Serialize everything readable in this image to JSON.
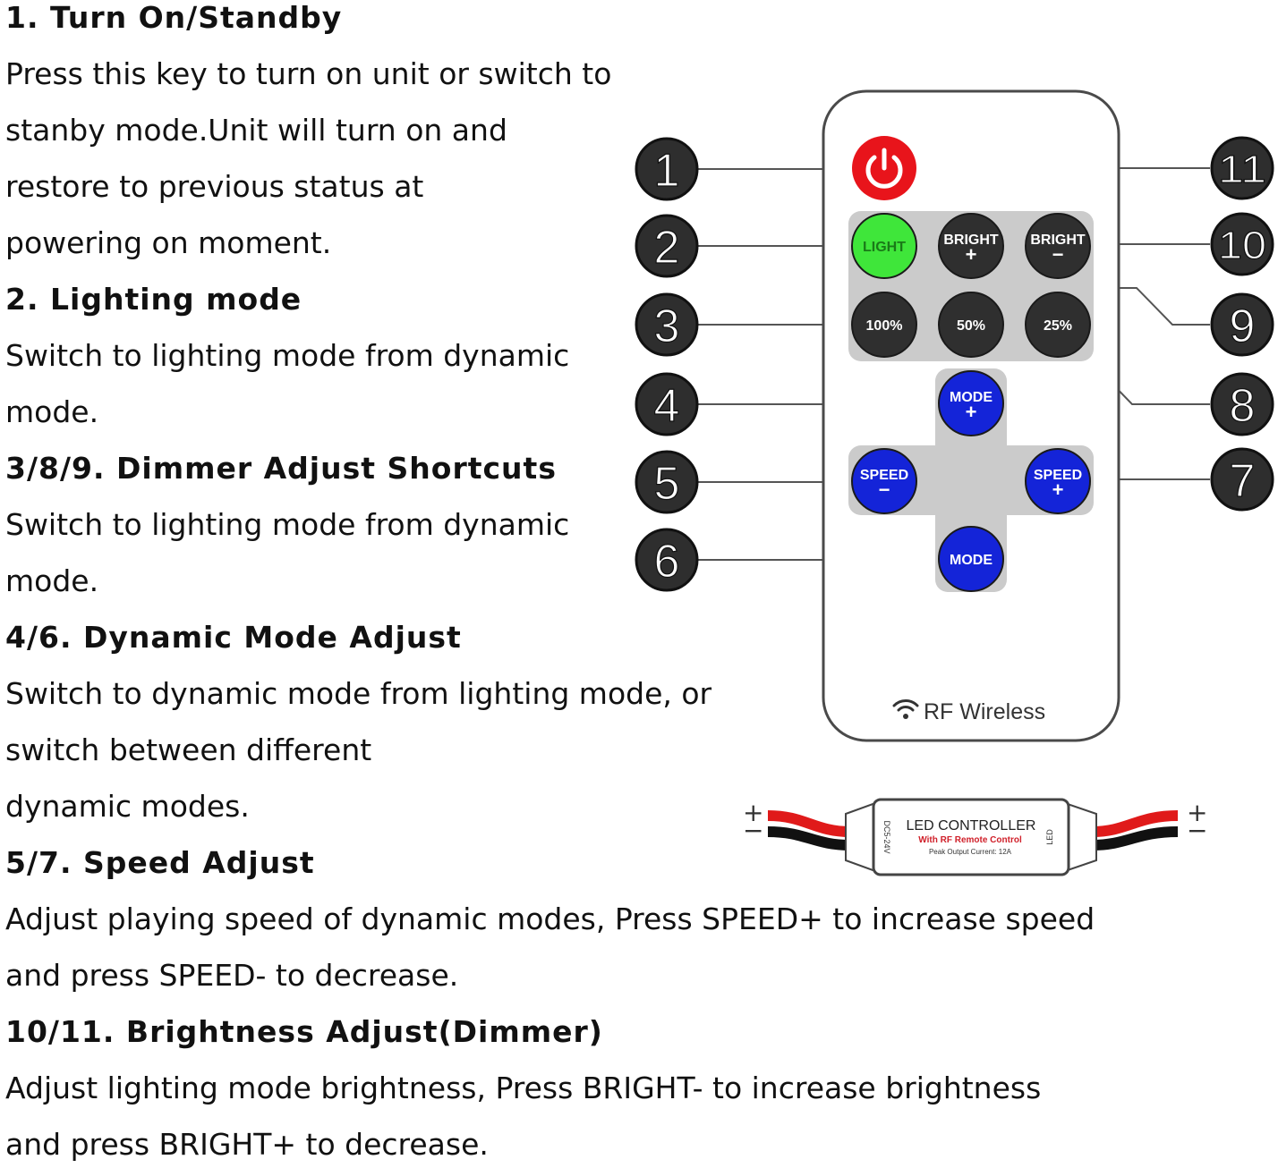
{
  "sections": [
    {
      "heading": "1. Turn On/Standby",
      "body": [
        "Press this key to turn on unit or switch to",
        "stanby mode.Unit will turn on and",
        "restore to previous status at",
        "powering on moment."
      ]
    },
    {
      "heading": "2. Lighting mode",
      "body": [
        "Switch to lighting mode from dynamic",
        "mode."
      ]
    },
    {
      "heading": "3/8/9. Dimmer Adjust Shortcuts",
      "body": [
        "Switch to lighting mode from dynamic",
        "mode."
      ]
    },
    {
      "heading": "4/6. Dynamic Mode Adjust",
      "body": [
        "Switch to dynamic mode from lighting mode, or",
        "switch between different",
        "dynamic modes."
      ]
    },
    {
      "heading": "5/7. Speed Adjust",
      "body": [
        "Adjust playing speed of dynamic modes, Press SPEED+ to increase speed",
        "and press SPEED- to decrease."
      ]
    },
    {
      "heading": "10/11. Brightness Adjust(Dimmer)",
      "body": [
        "Adjust lighting mode brightness, Press BRIGHT- to increase brightness",
        "and press BRIGHT+ to decrease."
      ]
    }
  ],
  "callouts": [
    "1",
    "2",
    "3",
    "4",
    "5",
    "6",
    "7",
    "8",
    "9",
    "10",
    "11"
  ],
  "remote": {
    "buttons": {
      "light": "LIGHT",
      "bright_plus": [
        "BRIGHT",
        "+"
      ],
      "bright_minus": [
        "BRIGHT",
        "−"
      ],
      "p100": "100%",
      "p50": "50%",
      "p25": "25%",
      "mode_plus": [
        "MODE",
        "+"
      ],
      "speed_minus": [
        "SPEED",
        "−"
      ],
      "speed_plus": [
        "SPEED",
        "+"
      ],
      "mode": "MODE"
    },
    "brand": "RF Wireless",
    "icons": [
      "power-icon",
      "wifi-icon"
    ]
  },
  "controller": {
    "title": "LED CONTROLLER",
    "subtitle": "With RF Remote Control",
    "spec": "Peak Output Current: 12A",
    "left_side": "DC5-24V",
    "right_side": "LED",
    "plus": "+",
    "minus": "−"
  },
  "colors": {
    "power": "#e8141b",
    "light": "#3fe63a",
    "dark_button": "#2f2f2f",
    "blue_button": "#1424d8",
    "pad": "#cbcbcb",
    "callout": "#2e2e2e",
    "wire_red": "#e01a1a"
  }
}
